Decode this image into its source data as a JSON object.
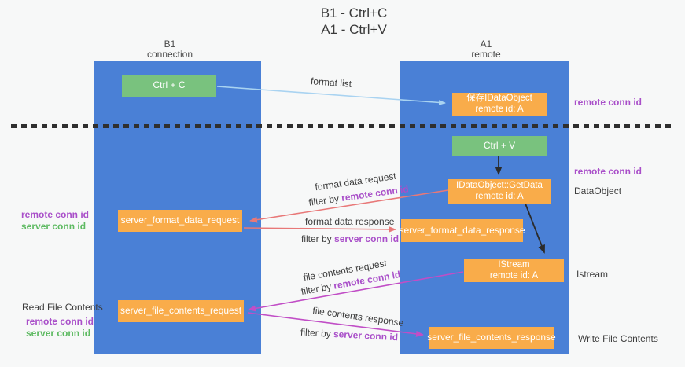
{
  "title": {
    "line1": "B1 - Ctrl+C",
    "line2": "A1 - Ctrl+V"
  },
  "columns": {
    "left": {
      "name": "B1",
      "subtitle": "connection"
    },
    "right": {
      "name": "A1",
      "subtitle": "remote"
    }
  },
  "nodes": {
    "ctrl_c": "Ctrl + C",
    "ctrl_v": "Ctrl + V",
    "save_idataobject": {
      "title": "保存IDataObject",
      "subtitle": "remote id: A"
    },
    "idataobject_getdata": {
      "title": "IDataObject::GetData",
      "subtitle": "remote id: A"
    },
    "istream": {
      "title": "IStream",
      "subtitle": "remote id: A"
    },
    "server_format_data_request": "server_format_data_request",
    "server_format_data_response": "server_format_data_response",
    "server_file_contents_request": "server_file_contents_request",
    "server_file_contents_response": "server_file_contents_response"
  },
  "labels": {
    "format_list": "format list",
    "format_data_request": "format data request",
    "format_data_response": "format data response",
    "file_contents_request": "file contents request",
    "file_contents_response": "file contents response",
    "filter_by": "filter by",
    "remote_conn_id": "remote conn id",
    "server_conn_id": "server conn id",
    "dataobject": "DataObject",
    "istream": "Istream",
    "read_file_contents": "Read File Contents",
    "write_file_contents": "Write File Contents"
  },
  "colors": {
    "column_blue": "#4a80d6",
    "node_orange": "#f9ac4a",
    "node_green": "#79c27e",
    "arrow_red": "#e87878",
    "arrow_magenta": "#c14ec6",
    "arrow_lightblue": "#a9d3f1",
    "arrow_black": "#2b2b2b",
    "label_purple": "#a94fc9",
    "label_green": "#5eba62"
  }
}
